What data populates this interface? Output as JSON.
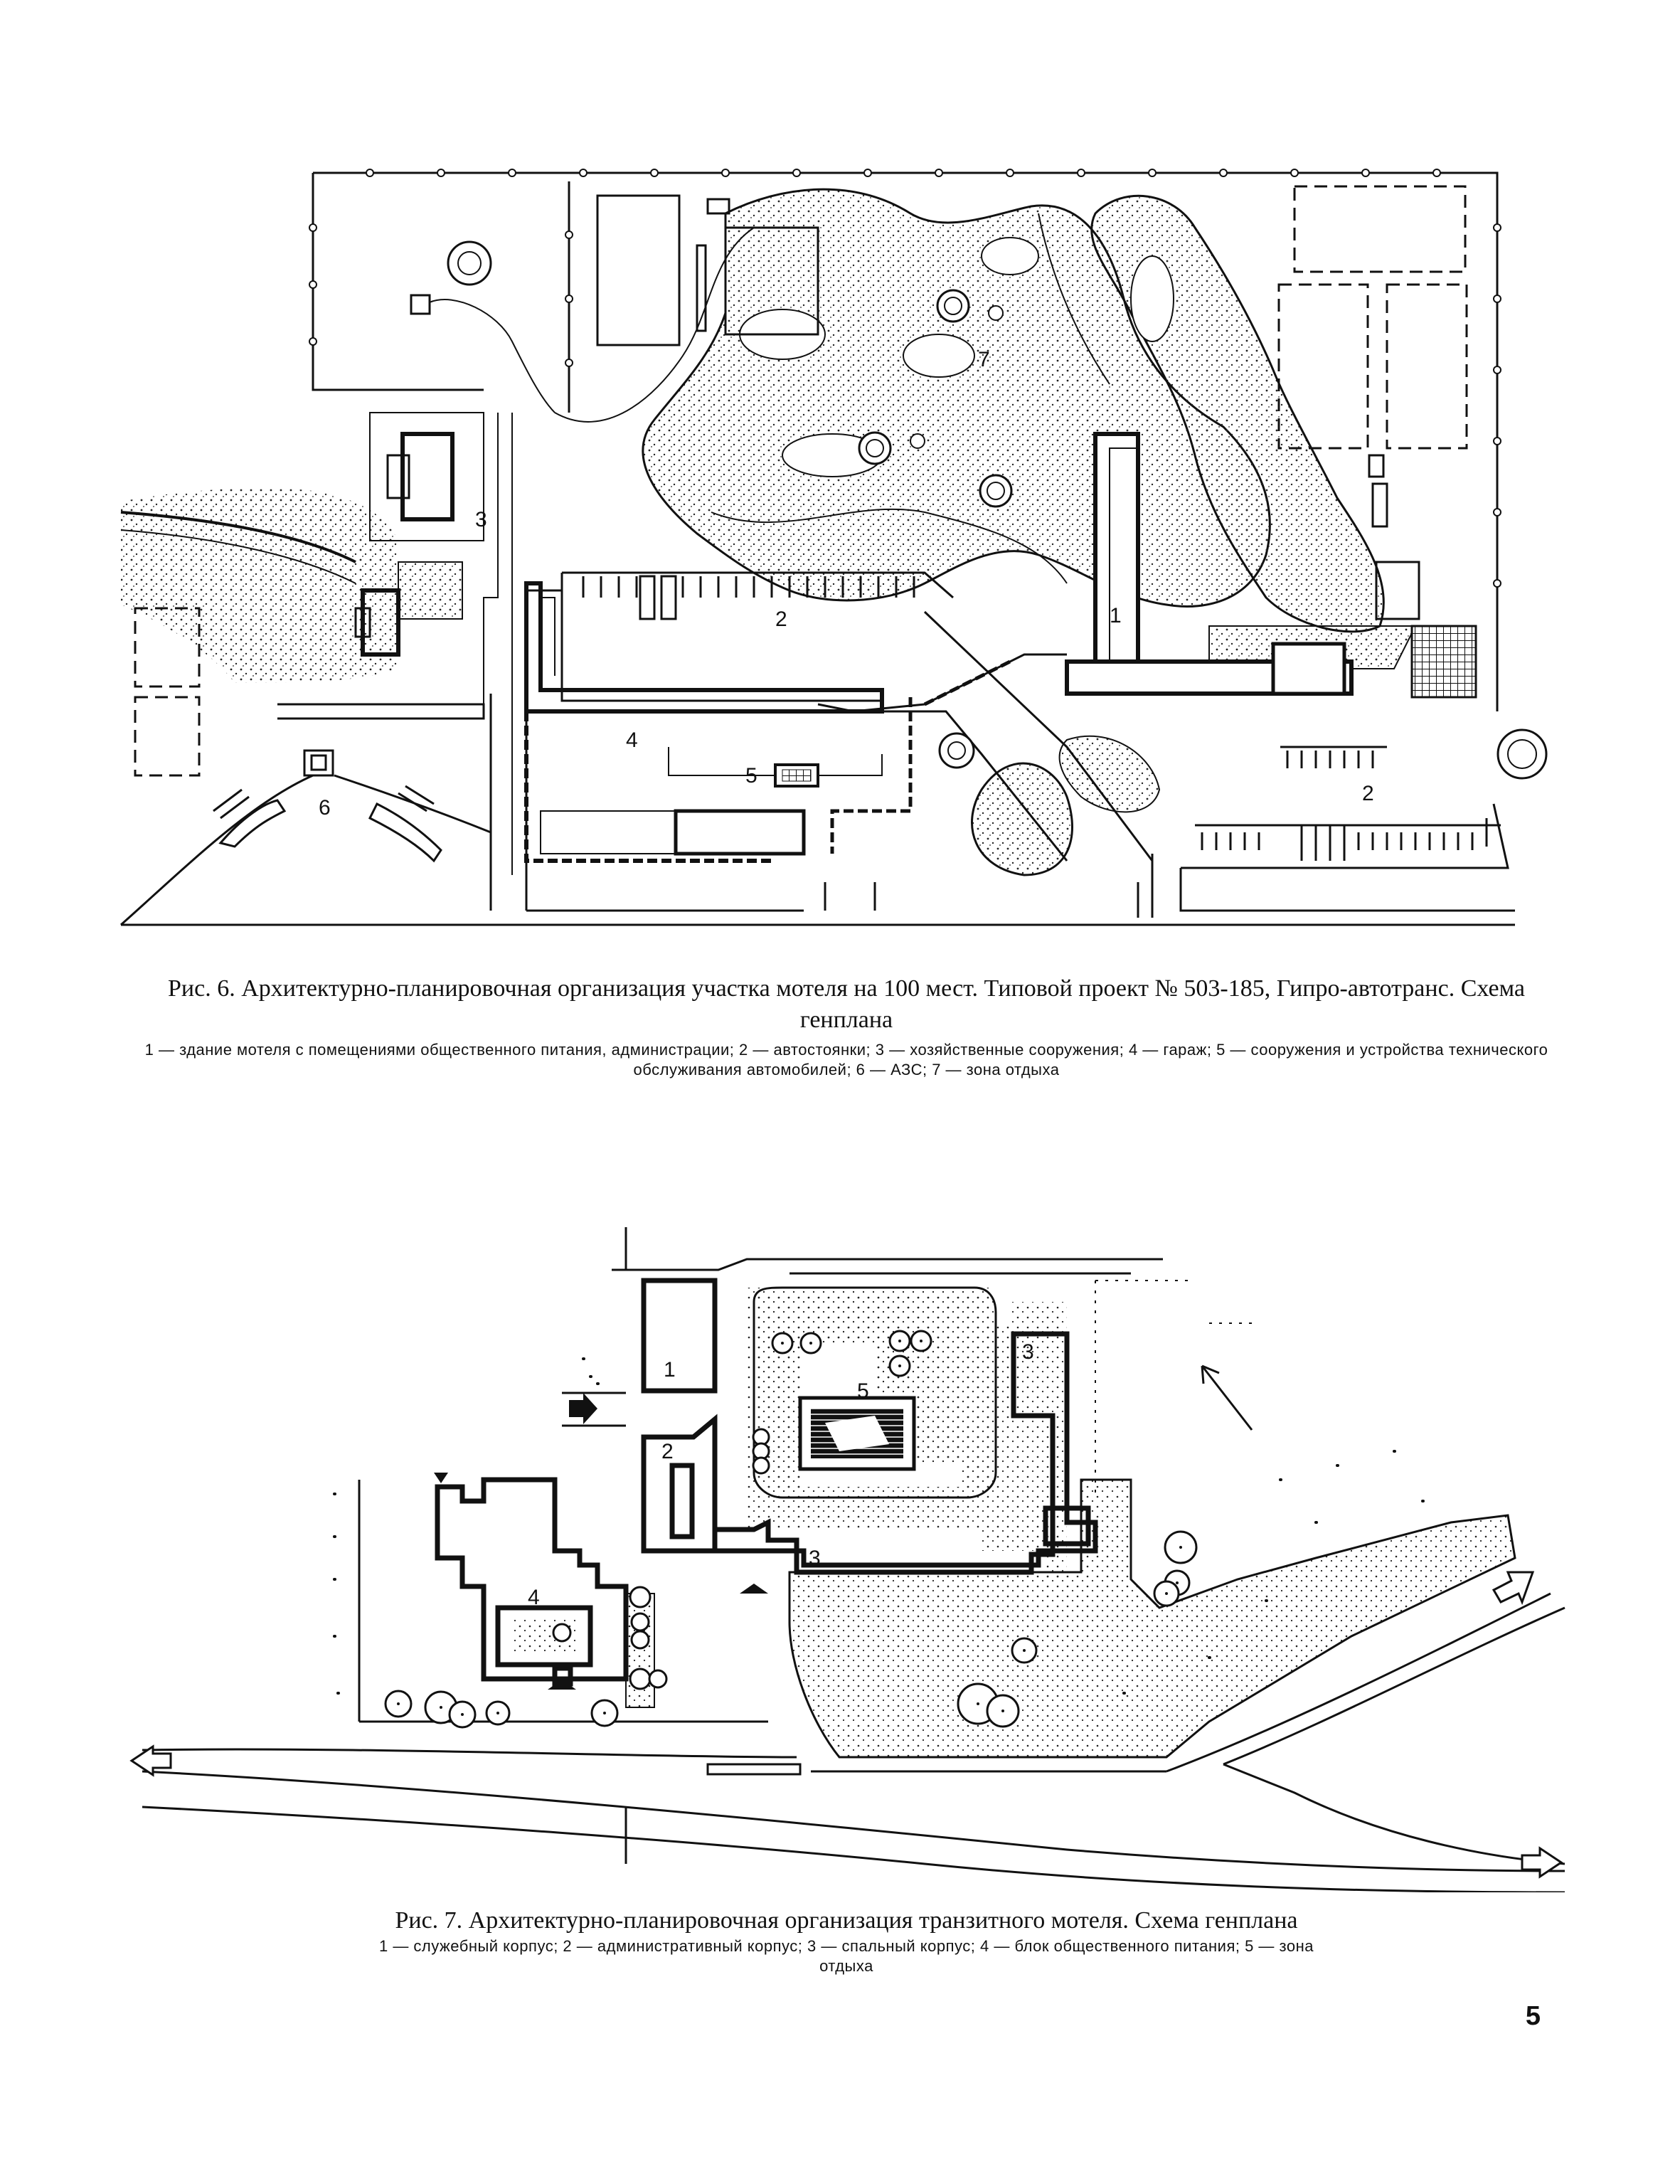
{
  "figure6": {
    "caption": "Рис. 6. Архитектурно-планировочная организация участка мотеля на 100 мест. Типовой проект № 503-185, Гипро-автотранс. Схема генплана",
    "legend": "1 — здание мотеля с помещениями общественного питания, администрации; 2 — автостоянки; 3 — хозяйственные сооружения; 4 — гараж; 5 — сооружения и устройства технического обслуживания автомобилей; 6 — АЗС; 7 — зона отдыха",
    "labels": {
      "l1": "1",
      "l2a": "2",
      "l2b": "2",
      "l3": "3",
      "l4": "4",
      "l5": "5",
      "l6": "6",
      "l7": "7"
    }
  },
  "figure7": {
    "caption": "Рис. 7. Архитектурно-планировочная организация транзитного мотеля. Схема генплана",
    "legend": "1 — служебный корпус; 2 — административный корпус; 3 — спальный корпус; 4 — блок общественного питания; 5 — зона отдыха",
    "labels": {
      "l1": "1",
      "l2": "2",
      "l3a": "3",
      "l3b": "3",
      "l4": "4",
      "l5": "5"
    }
  },
  "page_number": "5"
}
